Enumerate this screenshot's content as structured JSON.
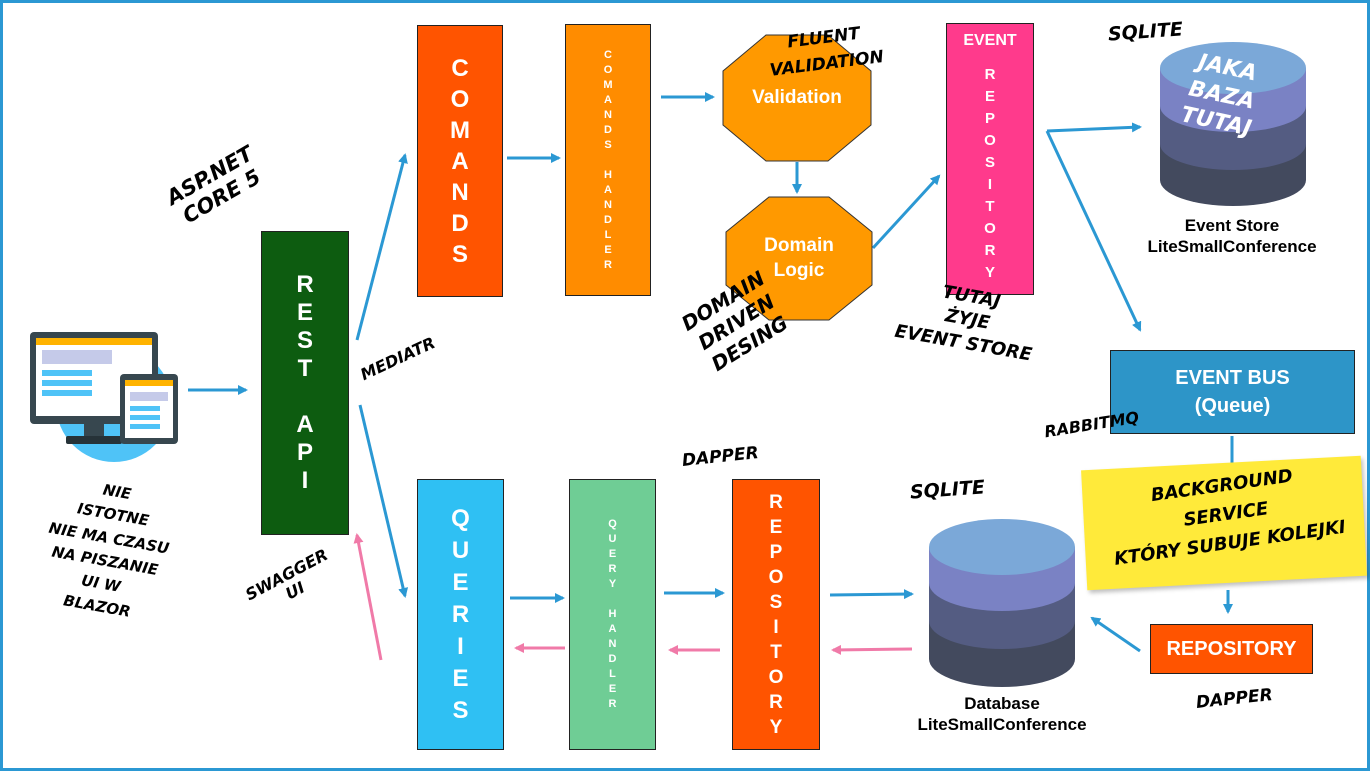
{
  "colors": {
    "border": "#2b98d3",
    "arrow_blue": "#2b98d3",
    "arrow_pink": "#f07aa8",
    "rest_api": "#0d5c10",
    "comands": "#ff5400",
    "comands_handler": "#ff8c00",
    "queries": "#2fc0f3",
    "query_handler": "#6fcd95",
    "repository_query": "#ff5400",
    "octagon": "#ff9900",
    "event_repository": "#ff3a8c",
    "event_bus": "#2d95c8",
    "repository_bottom": "#ff5400",
    "sticky_note": "#ffea3a",
    "db_top": "#7ba8d8",
    "db_mid": "#7a82c4",
    "db_low": "#545c82",
    "db_bottom": "#434a5e"
  },
  "boxes": {
    "rest_api": "R\nE\nS\nT\n\nA\nP\nI",
    "comands": "C\nO\nM\nA\nN\nD\nS",
    "comands_handler": "C\nO\nM\nA\nN\nD\nS\n\nH\nA\nN\nD\nL\nE\nR",
    "queries": "Q\nU\nE\nR\nI\nE\nS",
    "query_handler": "Q\nU\nE\nR\nY\n\nH\nA\nN\nD\nL\nE\nR",
    "repository_query": "R\nE\nP\nO\nS\nI\nT\nO\nR\nY",
    "event_repository_title": "EVENT",
    "event_repository_body": "R\nE\nP\nO\nS\nI\nT\nO\nR\nY",
    "event_bus": "EVENT BUS\n(Queue)",
    "repository_bottom": "REPOSITORY"
  },
  "octagons": {
    "validation": "Validation",
    "domain_logic": "Domain\nLogic"
  },
  "databases": {
    "event_store_overlay": "JAKA\nBAZA\nTUTAJ",
    "event_store_label": "Event Store\nLiteSmallConference",
    "database_label": "Database\nLiteSmallConference"
  },
  "annotations": {
    "aspnet": "ASP.NET\nCORE 5",
    "mediatr": "MEDIATR",
    "nie_istotne": "NIE\nISTOTNE\nNIE MA CZASU\nNA PISZANIE\nUI W\nBLAZOR",
    "swagger": "SWAGGER\nUI",
    "fluent": "FLUENT\nVALIDATION",
    "ddd": "DOMAIN\nDRIVEN\nDESING",
    "tutaj": "TUTAJ\nŻYJE\nEVENT STORE",
    "sqlite_top": "SQLITE",
    "sqlite_bottom": "SQLITE",
    "dapper_top": "DAPPER",
    "dapper_bottom": "DAPPER",
    "rabbitmq": "RABBITMQ",
    "background_service": "BACKGROUND\nSERVICE\nKTÓRY SUBUJE KOLEJKI"
  }
}
